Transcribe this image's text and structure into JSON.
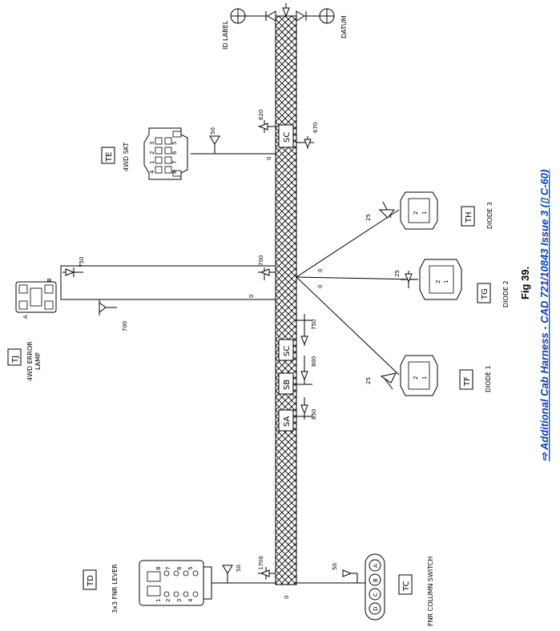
{
  "figure": {
    "title": "Fig 39.",
    "link_text": "⇨ Additional Cab Harness - CAD 721/10843 Issue 3 (▯ C-60)",
    "link_color": "#0b3fa8"
  },
  "datums": {
    "left_label": "ID LABEL",
    "right_label": "DATUM"
  },
  "splices": [
    "SC",
    "SC",
    "SB",
    "SA"
  ],
  "connectors": {
    "TE": {
      "code": "TE",
      "name": "4WD SKT",
      "pins": [
        "3",
        "2",
        "1",
        "4",
        "5",
        "6",
        "7",
        "8"
      ]
    },
    "TJ": {
      "code": "TJ",
      "name_line1": "4WD ERROR",
      "name_line2": "LAMP",
      "pin_a": "A",
      "pin_b": "B"
    },
    "TD": {
      "code": "TD",
      "name": "3x3 FNR LEVER",
      "pins_top": [
        "8",
        "7",
        "6",
        "5"
      ],
      "pins_bottom": [
        "1",
        "2",
        "3",
        "4"
      ]
    },
    "TC": {
      "code": "TC",
      "name": "FNR COLUMN SWITCH",
      "pins": [
        "A",
        "B",
        "C",
        "D"
      ]
    },
    "TH": {
      "code": "TH",
      "name": "DIODE 3",
      "pins": [
        "2",
        "1"
      ]
    },
    "TG": {
      "code": "TG",
      "name": "DIODE 2",
      "pins": [
        "2",
        "1"
      ]
    },
    "TF": {
      "code": "TF",
      "name": "DIODE 1",
      "pins": [
        "2",
        "1"
      ]
    }
  },
  "dimensions": {
    "te_branch": "50",
    "te_to_datum": "620",
    "te_right": "670",
    "te_zero": "0",
    "tj_top": "750",
    "tj_bottom": "700",
    "tj_main": "700",
    "tj_zero": "0",
    "diode_th": "25",
    "diode_tg": "25",
    "diode_tf": "25",
    "diode_zero_a": "0",
    "diode_zero_b": "0",
    "sc_dim": "750",
    "sb_dim": "800",
    "sa_dim": "850",
    "td_branch": "50",
    "td_main": "1700",
    "td_zero": "0",
    "tc_branch": "50"
  }
}
